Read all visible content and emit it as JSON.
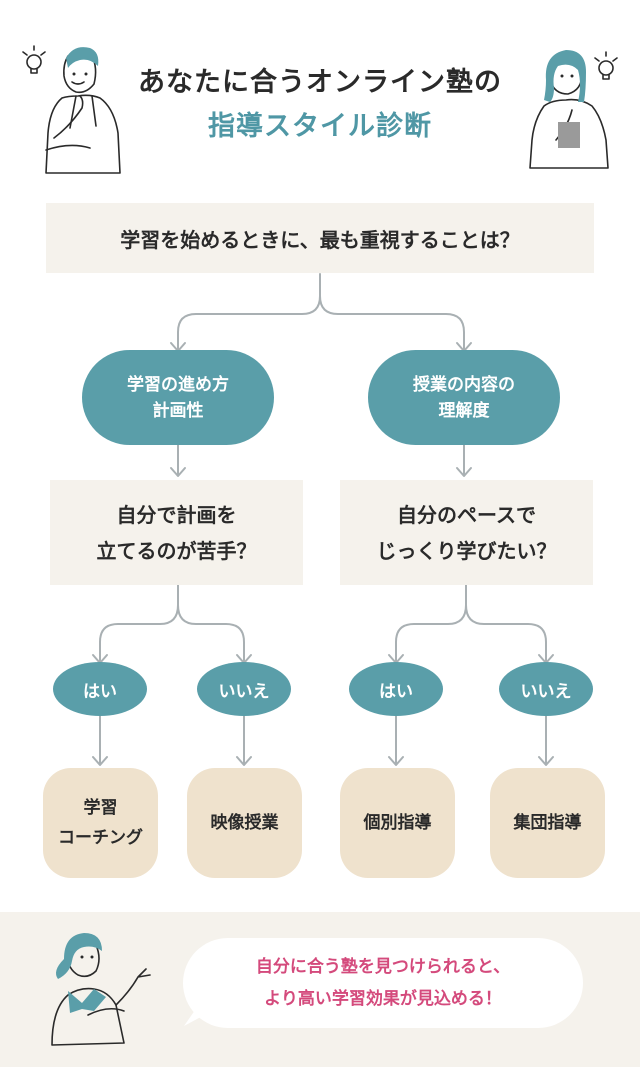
{
  "title": {
    "line1": "あなたに合うオンライン塾の",
    "line2": "指導スタイル診断"
  },
  "question": "学習を始めるときに、最も重視することは？",
  "branches": [
    {
      "criterion": [
        "学習の進め方",
        "計画性"
      ],
      "question": [
        "自分で計画を",
        "立てるのが苦手？"
      ],
      "answers": [
        {
          "label": "はい",
          "result": [
            "学習",
            "コーチング"
          ]
        },
        {
          "label": "いいえ",
          "result": [
            "映像授業"
          ]
        }
      ]
    },
    {
      "criterion": [
        "授業の内容の",
        "理解度"
      ],
      "question": [
        "自分のペースで",
        "じっくり学びたい？"
      ],
      "answers": [
        {
          "label": "はい",
          "result": [
            "個別指導"
          ]
        },
        {
          "label": "いいえ",
          "result": [
            "集団指導"
          ]
        }
      ]
    }
  ],
  "footer": {
    "message": [
      "自分に合う塾を見つけられると、",
      "より高い学習効果が見込める！"
    ]
  },
  "colors": {
    "teal": "#5a9ea9",
    "title_accent": "#4f97a5",
    "question_bg": "#f5f2ec",
    "result_bg": "#efe2cd",
    "connector": "#a9b0b3",
    "message": "#d44a7c"
  }
}
